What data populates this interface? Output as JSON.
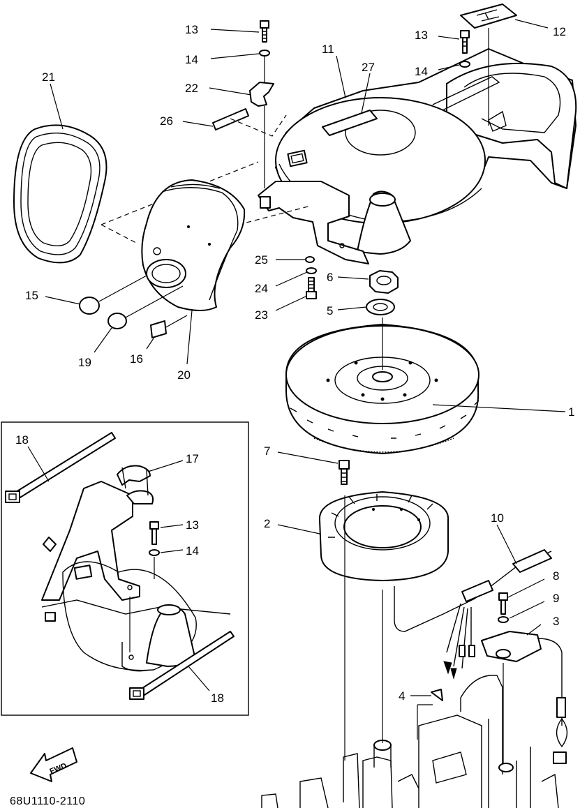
{
  "diagram": {
    "code": "68U1110-2110",
    "direction_label": "FWD",
    "callouts": [
      {
        "id": "c1",
        "text": "1"
      },
      {
        "id": "c2",
        "text": "2"
      },
      {
        "id": "c3",
        "text": "3"
      },
      {
        "id": "c4",
        "text": "4"
      },
      {
        "id": "c5",
        "text": "5"
      },
      {
        "id": "c6",
        "text": "6"
      },
      {
        "id": "c7",
        "text": "7"
      },
      {
        "id": "c8",
        "text": "8"
      },
      {
        "id": "c9",
        "text": "9"
      },
      {
        "id": "c10",
        "text": "10"
      },
      {
        "id": "c11",
        "text": "11"
      },
      {
        "id": "c12",
        "text": "12"
      },
      {
        "id": "c13a",
        "text": "13"
      },
      {
        "id": "c13b",
        "text": "13"
      },
      {
        "id": "c13c",
        "text": "13"
      },
      {
        "id": "c14a",
        "text": "14"
      },
      {
        "id": "c14b",
        "text": "14"
      },
      {
        "id": "c14c",
        "text": "14"
      },
      {
        "id": "c15",
        "text": "15"
      },
      {
        "id": "c16",
        "text": "16"
      },
      {
        "id": "c17",
        "text": "17"
      },
      {
        "id": "c18a",
        "text": "18"
      },
      {
        "id": "c18b",
        "text": "18"
      },
      {
        "id": "c19",
        "text": "19"
      },
      {
        "id": "c20",
        "text": "20"
      },
      {
        "id": "c21",
        "text": "21"
      },
      {
        "id": "c22",
        "text": "22"
      },
      {
        "id": "c23",
        "text": "23"
      },
      {
        "id": "c24",
        "text": "24"
      },
      {
        "id": "c25",
        "text": "25"
      },
      {
        "id": "c26",
        "text": "26"
      },
      {
        "id": "c27",
        "text": "27"
      }
    ]
  }
}
